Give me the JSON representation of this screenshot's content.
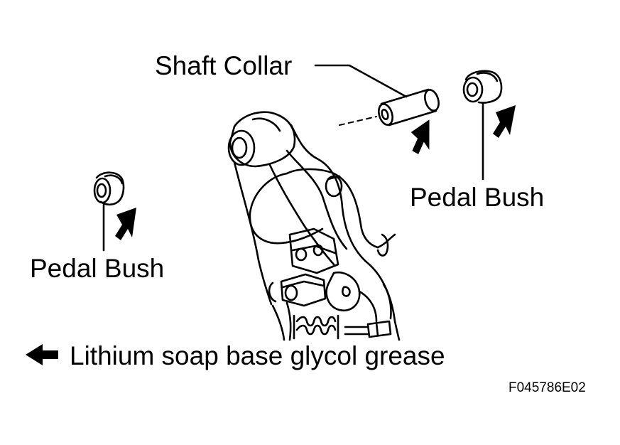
{
  "labels": {
    "shaft_collar": "Shaft Collar",
    "pedal_bush_right": "Pedal Bush",
    "pedal_bush_left": "Pedal Bush"
  },
  "legend": {
    "icon": "left-arrow-icon",
    "text": "Lithium soap base glycol grease"
  },
  "figure_id": "F045786E02",
  "colors": {
    "ink": "#000000",
    "background": "#ffffff"
  }
}
